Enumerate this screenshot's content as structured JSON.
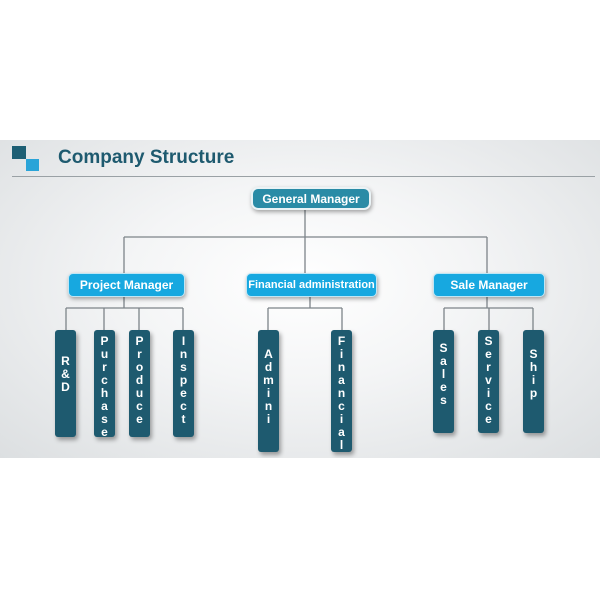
{
  "title": "Company Structure",
  "org": {
    "root": "General Manager",
    "managers": [
      {
        "label": "Project Manager",
        "departments": [
          "R&D",
          "Purchase",
          "Produce",
          "Inspect"
        ]
      },
      {
        "label": "Financial administration",
        "departments": [
          "Admini",
          "Financial"
        ]
      },
      {
        "label": "Sale Manager",
        "departments": [
          "Sales",
          "Service",
          "Ship"
        ]
      }
    ]
  },
  "colors": {
    "root_box": "#2a8ba6",
    "manager_box": "#17a8e0",
    "department_box": "#1e5a6f",
    "title_text": "#1e5a6f",
    "connector": "#7d8489"
  }
}
